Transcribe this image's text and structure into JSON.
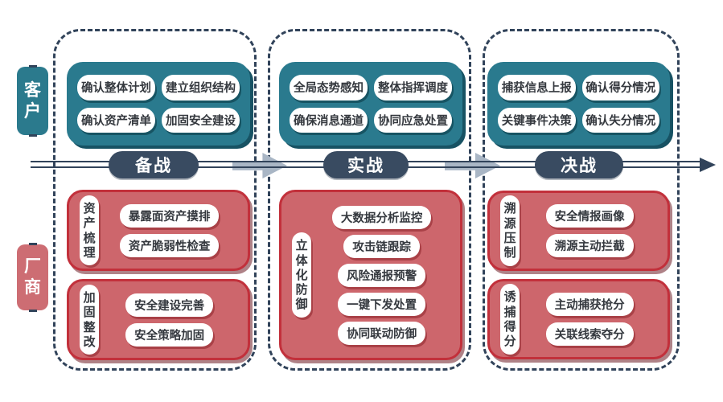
{
  "diagram": {
    "side_labels": [
      {
        "id": "customer",
        "text": "客户"
      },
      {
        "id": "vendor",
        "text": "厂商"
      }
    ],
    "phases": [
      "备战",
      "实战",
      "决战"
    ],
    "customer_boxes": [
      {
        "items": [
          "确认整体计划",
          "建立组织结构",
          "确认资产清单",
          "加固安全建设"
        ]
      },
      {
        "items": [
          "全局态势感知",
          "整体指挥调度",
          "确保消息通道",
          "协同应急处置"
        ]
      },
      {
        "items": [
          "捕获信息上报",
          "确认得分情况",
          "关键事件决策",
          "确认失分情况"
        ]
      }
    ],
    "vendor_groups": [
      [
        {
          "label": "资产梳理",
          "items": [
            "暴露面资产摸排",
            "资产脆弱性检查"
          ]
        },
        {
          "label": "加固整改",
          "items": [
            "安全建设完善",
            "安全策略加固"
          ]
        }
      ],
      [
        {
          "label": "立体化防御",
          "items": [
            "大数据分析监控",
            "攻击链跟踪",
            "风险通报预警",
            "一键下发处置",
            "协同联动防御"
          ]
        }
      ],
      [
        {
          "label": "溯源压制",
          "items": [
            "安全情报画像",
            "溯源主动拦截"
          ]
        },
        {
          "label": "诱捕得分",
          "items": [
            "主动捕获抢分",
            "关联线索夺分"
          ]
        }
      ]
    ],
    "colors": {
      "teal": "#2a7a8e",
      "teal_shadow": "#175263",
      "red": "#cd666c",
      "red_border": "#c2303b",
      "navy": "#31435a",
      "pill_bg": "#ffffff",
      "arrow_gray": "#a9b6c5"
    }
  }
}
